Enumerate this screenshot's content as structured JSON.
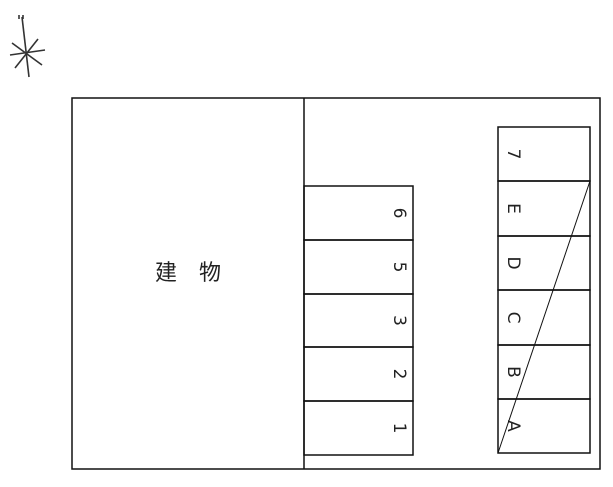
{
  "building": {
    "label": "建　物"
  },
  "compass": {
    "icon": "north-arrow-icon"
  },
  "middle_spaces": [
    "6",
    "5",
    "3",
    "2",
    "1"
  ],
  "right_spaces": [
    "7",
    "E",
    "D",
    "C",
    "B",
    "A"
  ]
}
